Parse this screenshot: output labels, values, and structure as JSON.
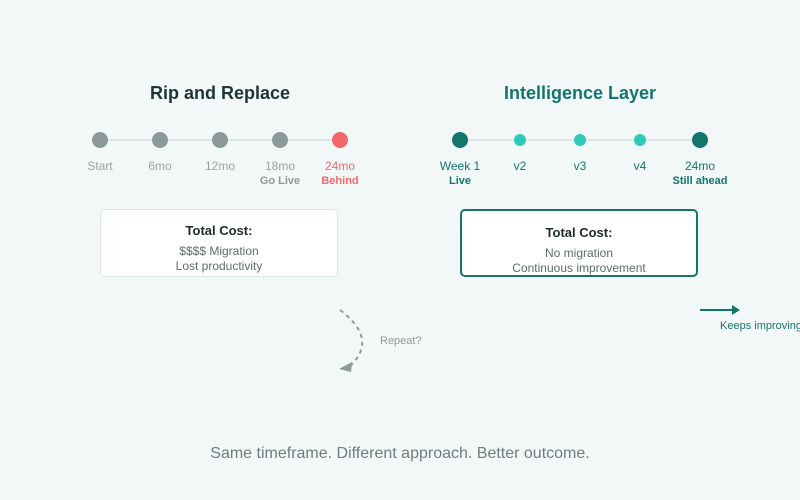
{
  "left": {
    "title": "Rip and Replace",
    "milestones": [
      {
        "label": "Start",
        "sub": ""
      },
      {
        "label": "6mo",
        "sub": ""
      },
      {
        "label": "12mo",
        "sub": ""
      },
      {
        "label": "18mo",
        "sub": "Go Live"
      },
      {
        "label": "24mo",
        "sub": "Behind"
      }
    ],
    "box": {
      "title": "Total Cost:",
      "lines": [
        "$$$$ Migration",
        "Lost productivity"
      ]
    },
    "loop_label": "Repeat?"
  },
  "right": {
    "title": "Intelligence Layer",
    "milestones": [
      {
        "label": "Week 1",
        "sub": "Live"
      },
      {
        "label": "v2",
        "sub": ""
      },
      {
        "label": "v3",
        "sub": ""
      },
      {
        "label": "v4",
        "sub": ""
      },
      {
        "label": "24mo",
        "sub": "Still ahead"
      }
    ],
    "box": {
      "title": "Total Cost:",
      "lines": [
        "No migration",
        "Continuous improvement"
      ]
    },
    "arrow_label": "Keeps improving"
  },
  "footer": "Same timeframe. Different approach. Better outcome.",
  "colors": {
    "grey_dot": "#8d9a9a",
    "red_dot": "#f56666",
    "teal_dark": "#14756c",
    "teal_light": "#2fcab8",
    "line": "#d6dfdf"
  }
}
